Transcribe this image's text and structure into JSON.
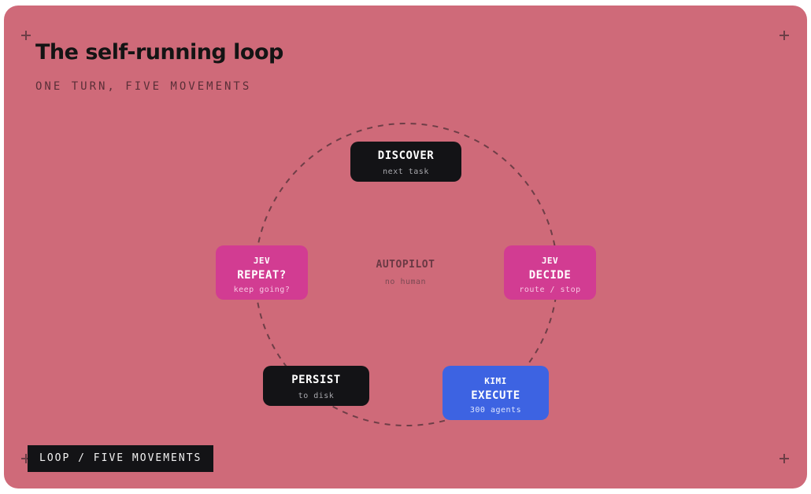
{
  "header": {
    "title": "The self-running loop",
    "subtitle": "ONE TURN, FIVE MOVEMENTS"
  },
  "center": {
    "label": "AUTOPILOT",
    "sub": "no human"
  },
  "nodes": [
    {
      "id": "discover",
      "tag": "",
      "name": "DISCOVER",
      "desc": "next task",
      "style": "dark"
    },
    {
      "id": "decide",
      "tag": "JEV",
      "name": "DECIDE",
      "desc": "route / stop",
      "style": "pink"
    },
    {
      "id": "execute",
      "tag": "KIMI",
      "name": "EXECUTE",
      "desc": "300 agents",
      "style": "blue"
    },
    {
      "id": "persist",
      "tag": "",
      "name": "PERSIST",
      "desc": "to disk",
      "style": "dark"
    },
    {
      "id": "repeat",
      "tag": "JEV",
      "name": "REPEAT?",
      "desc": "keep going?",
      "style": "pink"
    }
  ],
  "footer": {
    "label": "LOOP / FIVE MOVEMENTS"
  },
  "colors": {
    "background": "#cf6a79",
    "node_dark": "#131316",
    "node_pink": "#d23c92",
    "node_blue": "#3d63e2",
    "loop_line": "#6e3e47"
  }
}
